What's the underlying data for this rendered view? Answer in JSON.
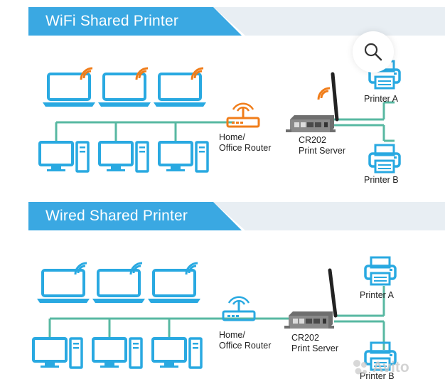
{
  "sections": [
    {
      "title": "WiFi Shared Printer",
      "router_label_1": "Home/",
      "router_label_2": "Office Router",
      "server_label_1": "CR202",
      "server_label_2": "Print Server",
      "printer_a": "Printer A",
      "printer_b": "Printer B"
    },
    {
      "title": "Wired Shared Printer",
      "router_label_1": "Home/",
      "router_label_2": "Office Router",
      "server_label_1": "CR202",
      "server_label_2": "Print Server",
      "printer_a": "Printer A",
      "printer_b": "Printer B"
    }
  ],
  "watermark": "Avito",
  "colors": {
    "banner": "#3aa8e2",
    "banner_shade": "#e8eef3",
    "device_blue": "#29a9e1",
    "wifi_orange": "#f07d1a",
    "line_teal": "#58b8a2"
  },
  "icons": {
    "search": "search-icon",
    "laptop": "laptop-icon",
    "desktop": "desktop-icon",
    "router": "router-icon",
    "server": "print-server-icon",
    "printer": "printer-icon"
  }
}
